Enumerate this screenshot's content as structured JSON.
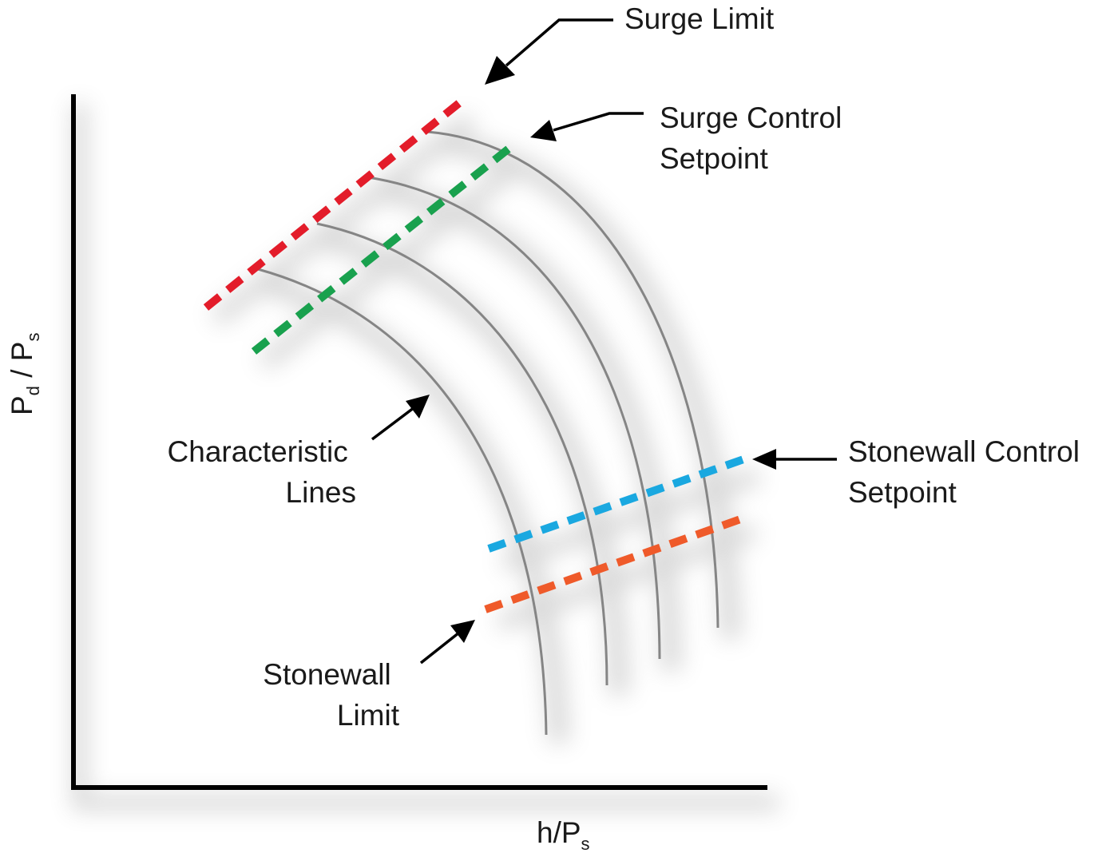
{
  "axes": {
    "y_label": {
      "main": "P",
      "sub1": "d",
      "sep": " / P",
      "sub2": "s"
    },
    "x_label": {
      "main": "h/P",
      "sub": "s"
    }
  },
  "labels": {
    "surge_limit": "Surge Limit",
    "surge_control": {
      "line1": "Surge Control",
      "line2": "Setpoint"
    },
    "characteristic": {
      "line1": "Characteristic",
      "line2": "Lines"
    },
    "stonewall_control": {
      "line1": "Stonewall Control",
      "line2": "Setpoint"
    },
    "stonewall_limit": {
      "line1": "Stonewall",
      "line2": "Limit"
    }
  },
  "colors": {
    "surge_limit": "#e31c2a",
    "surge_control": "#19a14e",
    "stonewall_control": "#1aa8e0",
    "stonewall_limit": "#ef5a2a",
    "characteristic": "#858585",
    "axis": "#000000"
  },
  "characteristic_line_count": 4
}
